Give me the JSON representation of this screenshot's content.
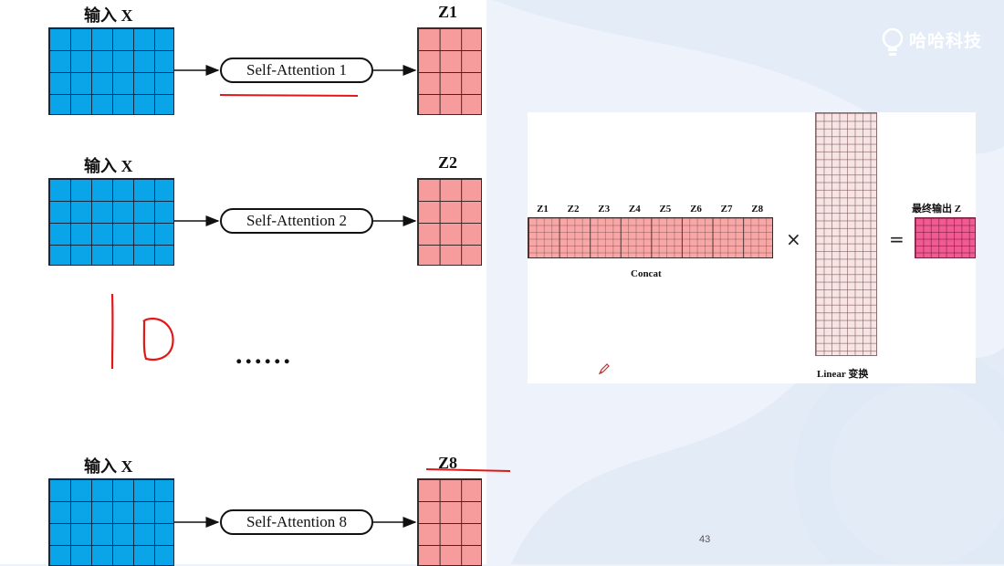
{
  "heads": [
    {
      "input_label": "输入  X",
      "attention_label": "Self-Attention 1",
      "output_label": "Z1"
    },
    {
      "input_label": "输入  X",
      "attention_label": "Self-Attention 2",
      "output_label": "Z2"
    },
    {
      "input_label": "输入  X",
      "attention_label": "Self-Attention 8",
      "output_label": "Z8"
    }
  ],
  "ellipsis": "......",
  "right": {
    "z_labels": [
      "Z1",
      "Z2",
      "Z3",
      "Z4",
      "Z5",
      "Z6",
      "Z7",
      "Z8"
    ],
    "concat_label": "Concat",
    "times_symbol": "×",
    "equals_symbol": "=",
    "linear_label": "Linear 变换",
    "final_label": "最终输出 Z"
  },
  "logo": {
    "name": "哈哈科技"
  },
  "page_number": "43",
  "colors": {
    "input_blue": "#0aa4e8",
    "z_pink": "#f79c9c",
    "final_pink": "#f25a94",
    "annotation_red": "#e01818"
  }
}
